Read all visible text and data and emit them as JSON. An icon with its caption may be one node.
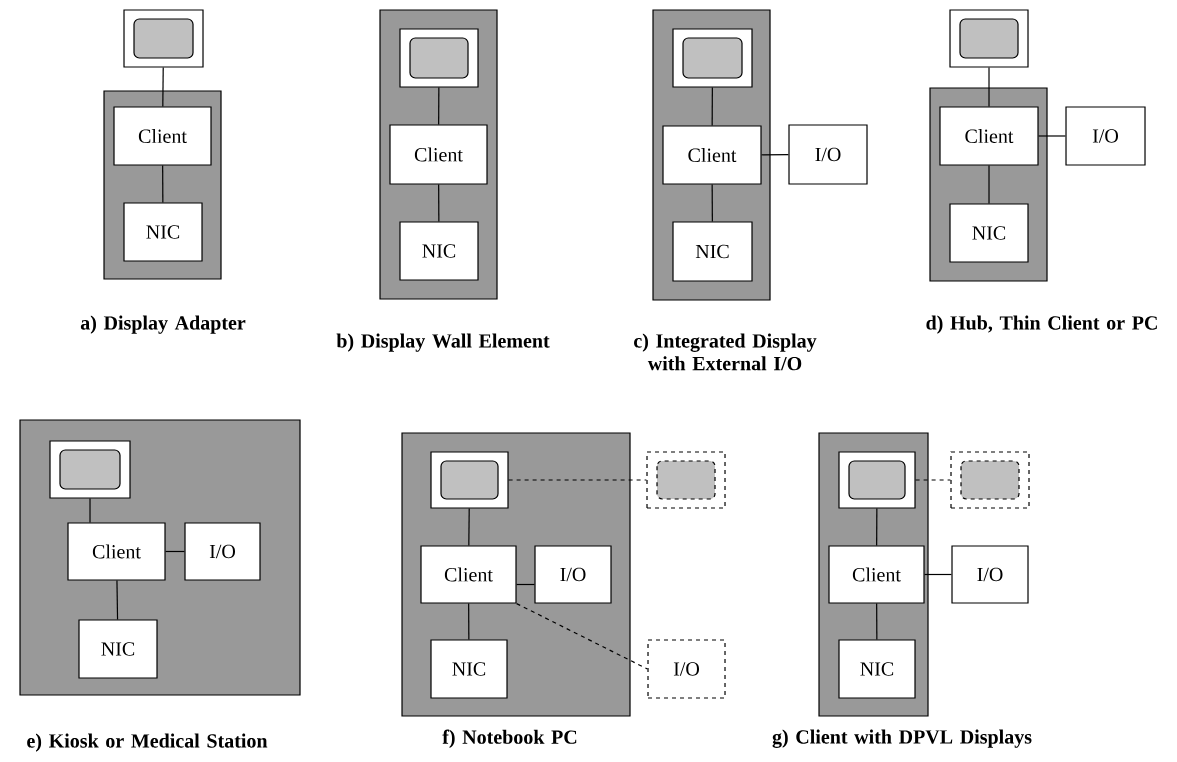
{
  "diagram": {
    "nodes": [
      {
        "text": [],
        "shape": "picture"
      },
      {
        "text": [],
        "shape": "box"
      },
      {
        "text": [
          "Client"
        ],
        "in": 1
      },
      {
        "text": [
          "NIC"
        ],
        "in": 1
      },
      {
        "text": [],
        "shape": "box"
      },
      {
        "text": [],
        "shape": "picture",
        "in": 4
      },
      {
        "text": [
          "Client"
        ],
        "in": 4
      },
      {
        "text": [
          "NIC"
        ],
        "in": 4
      },
      {
        "text": [],
        "shape": "box"
      },
      {
        "text": [],
        "shape": "picture",
        "in": 8
      },
      {
        "text": [
          "Client"
        ],
        "in": 8
      },
      {
        "text": [
          "I/O"
        ]
      },
      {
        "text": [
          "NIC"
        ],
        "in": 8
      },
      {
        "text": [],
        "shape": "picture"
      },
      {
        "text": [],
        "shape": "box"
      },
      {
        "text": [
          "Client"
        ],
        "in": 14
      },
      {
        "text": [
          "I/O"
        ]
      },
      {
        "text": [
          "NIC"
        ],
        "in": 14
      },
      {
        "text": [],
        "shape": "box"
      },
      {
        "text": [],
        "shape": "picture",
        "in": 18
      },
      {
        "text": [
          "Client"
        ],
        "in": 18
      },
      {
        "text": [
          "I/O"
        ],
        "in": 18
      },
      {
        "text": [
          "NIC"
        ],
        "in": 18
      },
      {
        "text": [],
        "shape": "box"
      },
      {
        "text": [],
        "shape": "picture",
        "in": 23
      },
      {
        "text": [],
        "shape": "picture"
      },
      {
        "text": [
          "Client"
        ],
        "in": 23
      },
      {
        "text": [
          "I/O"
        ],
        "in": 23
      },
      {
        "text": [
          "I/O"
        ]
      },
      {
        "text": [
          "NIC"
        ],
        "in": 23
      },
      {
        "text": [],
        "shape": "box"
      },
      {
        "text": [],
        "shape": "picture",
        "in": 30
      },
      {
        "text": [],
        "shape": "picture"
      },
      {
        "text": [
          "Client"
        ],
        "in": 30
      },
      {
        "text": [
          "I/O"
        ]
      },
      {
        "text": [
          "NIC"
        ],
        "in": 30
      }
    ],
    "edges": [
      {
        "from": 0,
        "to": 2,
        "arrow": "none"
      },
      {
        "from": 2,
        "to": 3,
        "arrow": "none"
      },
      {
        "from": 5,
        "to": 6,
        "arrow": "none"
      },
      {
        "from": 6,
        "to": 7,
        "arrow": "none"
      },
      {
        "from": 9,
        "to": 10,
        "arrow": "none"
      },
      {
        "from": 10,
        "to": 11,
        "arrow": "none"
      },
      {
        "from": 10,
        "to": 12,
        "arrow": "none"
      },
      {
        "from": 13,
        "to": 15,
        "arrow": "none"
      },
      {
        "from": 15,
        "to": 16,
        "arrow": "none"
      },
      {
        "from": 15,
        "to": 17,
        "arrow": "none"
      },
      {
        "from": 19,
        "to": 20,
        "arrow": "none"
      },
      {
        "from": 20,
        "to": 21,
        "arrow": "none"
      },
      {
        "from": 20,
        "to": 22,
        "arrow": "none"
      },
      {
        "from": 24,
        "to": 26,
        "arrow": "none"
      },
      {
        "from": 24,
        "to": 25,
        "arrow": "none",
        "style": "dashed"
      },
      {
        "from": 26,
        "to": 27,
        "arrow": "none"
      },
      {
        "from": 26,
        "to": 28,
        "arrow": "none",
        "style": "dashed"
      },
      {
        "from": 26,
        "to": 29,
        "arrow": "none"
      },
      {
        "from": 31,
        "to": 33,
        "arrow": "none"
      },
      {
        "from": 31,
        "to": 32,
        "arrow": "none",
        "style": "dashed"
      },
      {
        "from": 33,
        "to": 34,
        "arrow": "none"
      },
      {
        "from": 33,
        "to": 35,
        "arrow": "none"
      }
    ],
    "labels": [
      "a) Display Adapter",
      "b) Display Wall Element",
      "c) Integrated Display with External I/O",
      "d) Hub, Thin Client or PC",
      "e) Kiosk or Medical Station",
      "f) Notebook PC",
      "g) Client with DPVL Displays"
    ]
  }
}
